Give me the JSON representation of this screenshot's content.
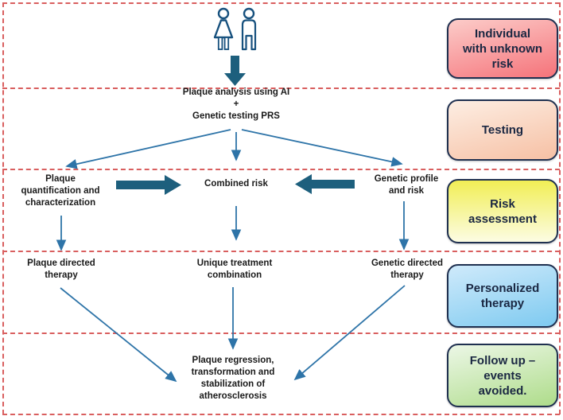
{
  "colors": {
    "divider_red": "#d95f5f",
    "thin_arrow_blue": "#2e74a8",
    "thick_arrow_teal": "#1d5f7d",
    "person_icon_blue": "#17517e",
    "stage_border_navy": "#1f3050",
    "stage_text_navy": "#1a2742",
    "flow_text_black": "#1a1a1a",
    "individual_gradient": [
      "#fcccc9",
      "#f5737a"
    ],
    "testing_gradient": [
      "#fdeee3",
      "#f6c0a4"
    ],
    "risk_gradient": [
      "#f1ee55",
      "#fcfce3"
    ],
    "therapy_gradient": [
      "#cfeafb",
      "#7ecaf0"
    ],
    "followup_gradient": [
      "#ecf7e6",
      "#aedc8a"
    ]
  },
  "icons": {
    "people": "woman-and-man-outline-icons",
    "down_arrow": "thick-down-arrow",
    "right_arrow": "thick-right-arrow",
    "left_arrow": "thick-left-arrow"
  },
  "nodes": {
    "plaque_analysis": "Plaque analysis using AI\n+\nGenetic testing PRS",
    "plaque_quantification": "Plaque\nquantification and\ncharacterization",
    "combined_risk": "Combined risk",
    "genetic_profile": "Genetic profile\nand risk",
    "plaque_directed": "Plaque directed\ntherapy",
    "unique_treatment": "Unique treatment\ncombination",
    "genetic_directed": "Genetic directed\ntherapy",
    "outcome": "Plaque regression,\ntransformation and\nstabilization of\natherosclerosis"
  },
  "stages": {
    "individual": "Individual\nwith unknown\nrisk",
    "testing": "Testing",
    "risk_assessment": "Risk\nassessment",
    "personalized_therapy": "Personalized\ntherapy",
    "follow_up": "Follow up –\nevents\navoided."
  }
}
